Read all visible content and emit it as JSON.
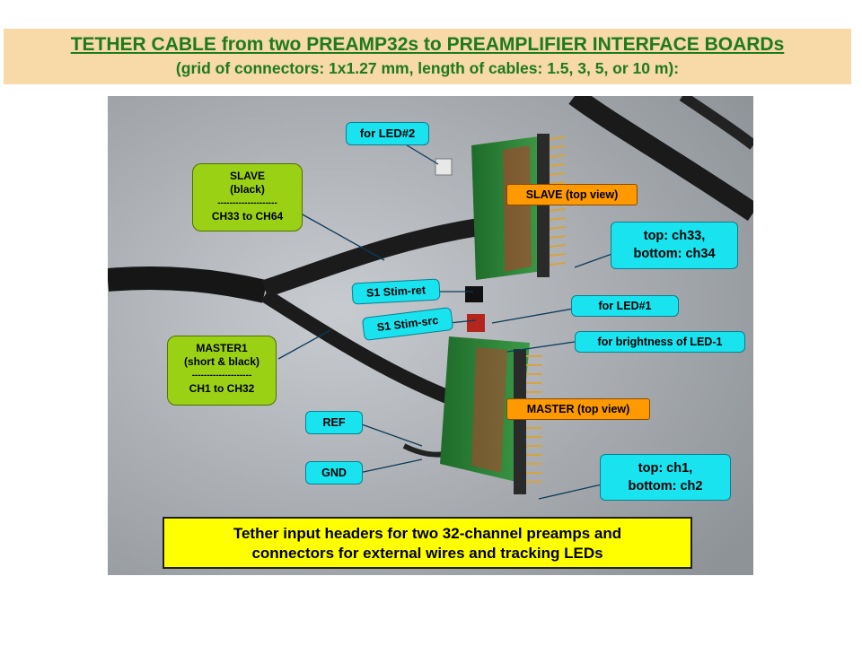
{
  "header": {
    "title": "TETHER CABLE from two PREAMP32s to PREAMPLIFIER INTERFACE BOARDs",
    "subtitle": "(grid of connectors: 1x1.27 mm, length of cables: 1.5, 3, 5, or 10 m):"
  },
  "callouts": {
    "led2": "for LED#2",
    "slave_l1": "SLAVE",
    "slave_l2": "(black)",
    "slave_l3": "--------------------",
    "slave_l4": "CH33 to CH64",
    "slave_top": "SLAVE (top view)",
    "ch33_l1": "top: ch33,",
    "ch33_l2": "bottom: ch34",
    "stim_ret": "S1 Stim-ret",
    "stim_src": "S1 Stim-src",
    "led1": "for LED#1",
    "bright": "for brightness of LED-1",
    "master_l1": "MASTER1",
    "master_l2": "(short & black)",
    "master_l3": "--------------------",
    "master_l4": "CH1 to CH32",
    "master_top": "MASTER (top view)",
    "ref": "REF",
    "gnd": "GND",
    "ch1_l1": "top: ch1,",
    "ch1_l2": "bottom: ch2",
    "caption_l1": "Tether input headers for two 32-channel  preamps and",
    "caption_l2": "connectors for external wires and tracking LEDs"
  },
  "colors": {
    "title_green": "#1d7a1d",
    "header_bg": "#f8d9a8",
    "callout_cyan": "#19e3ef",
    "callout_green": "#9ad114",
    "callout_orange": "#ff9900",
    "caption_yellow": "#ffff00"
  }
}
